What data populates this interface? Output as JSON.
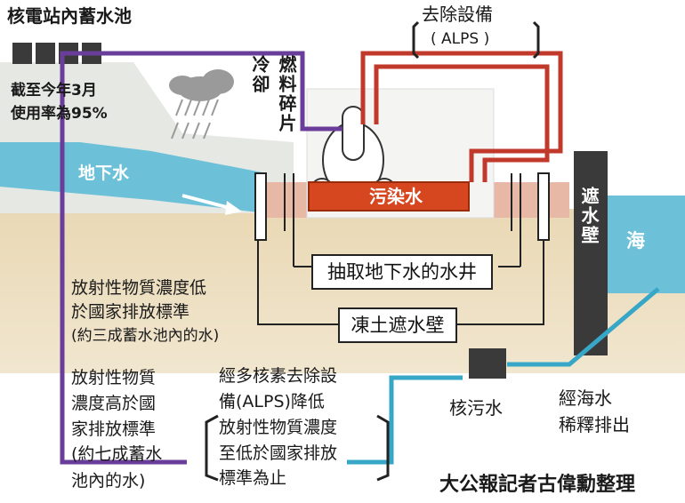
{
  "labels": {
    "storage_tanks": "核電站內蓄水池",
    "alps": "去除設備",
    "alps_abbr": "( ALPS )",
    "cooling": "冷卻",
    "fuel_debris": "燃料碎片",
    "usage_line1": "截至今年3月",
    "usage_line2": "使用率為95%",
    "groundwater": "地下水",
    "contaminated_water": "污染水",
    "seawall": "遮水壁",
    "sea": "海",
    "wells": "抽取地下水的水井",
    "frozen_wall": "凍土遮水壁",
    "below_line1": "放射性物質濃度低",
    "below_line2": "於國家排放標準",
    "below_line3": "(約三成蓄水池內的水)",
    "above_line1": "放射性物質",
    "above_line2": "濃度高於國",
    "above_line3": "家排放標準",
    "above_line4": "(約七成蓄水",
    "above_line5": "池內的水)",
    "treat_line1": "經多核素去除設",
    "treat_line2": "備(ALPS)降低",
    "treat_line3": "放射性物質濃度",
    "treat_line4": "至低於國家排放",
    "treat_line5": "標準為止",
    "wastewater": "核污水",
    "dilute_line1": "經海水",
    "dilute_line2": "稀釋排出",
    "credit": "大公報記者古偉勳整理"
  },
  "colors": {
    "purple_pipe": "#6a3d9a",
    "red_pipe": "#c0392b",
    "blue_pipe": "#37a7c7",
    "water": "#6cc1d8",
    "contaminated": "#d6461f"
  }
}
